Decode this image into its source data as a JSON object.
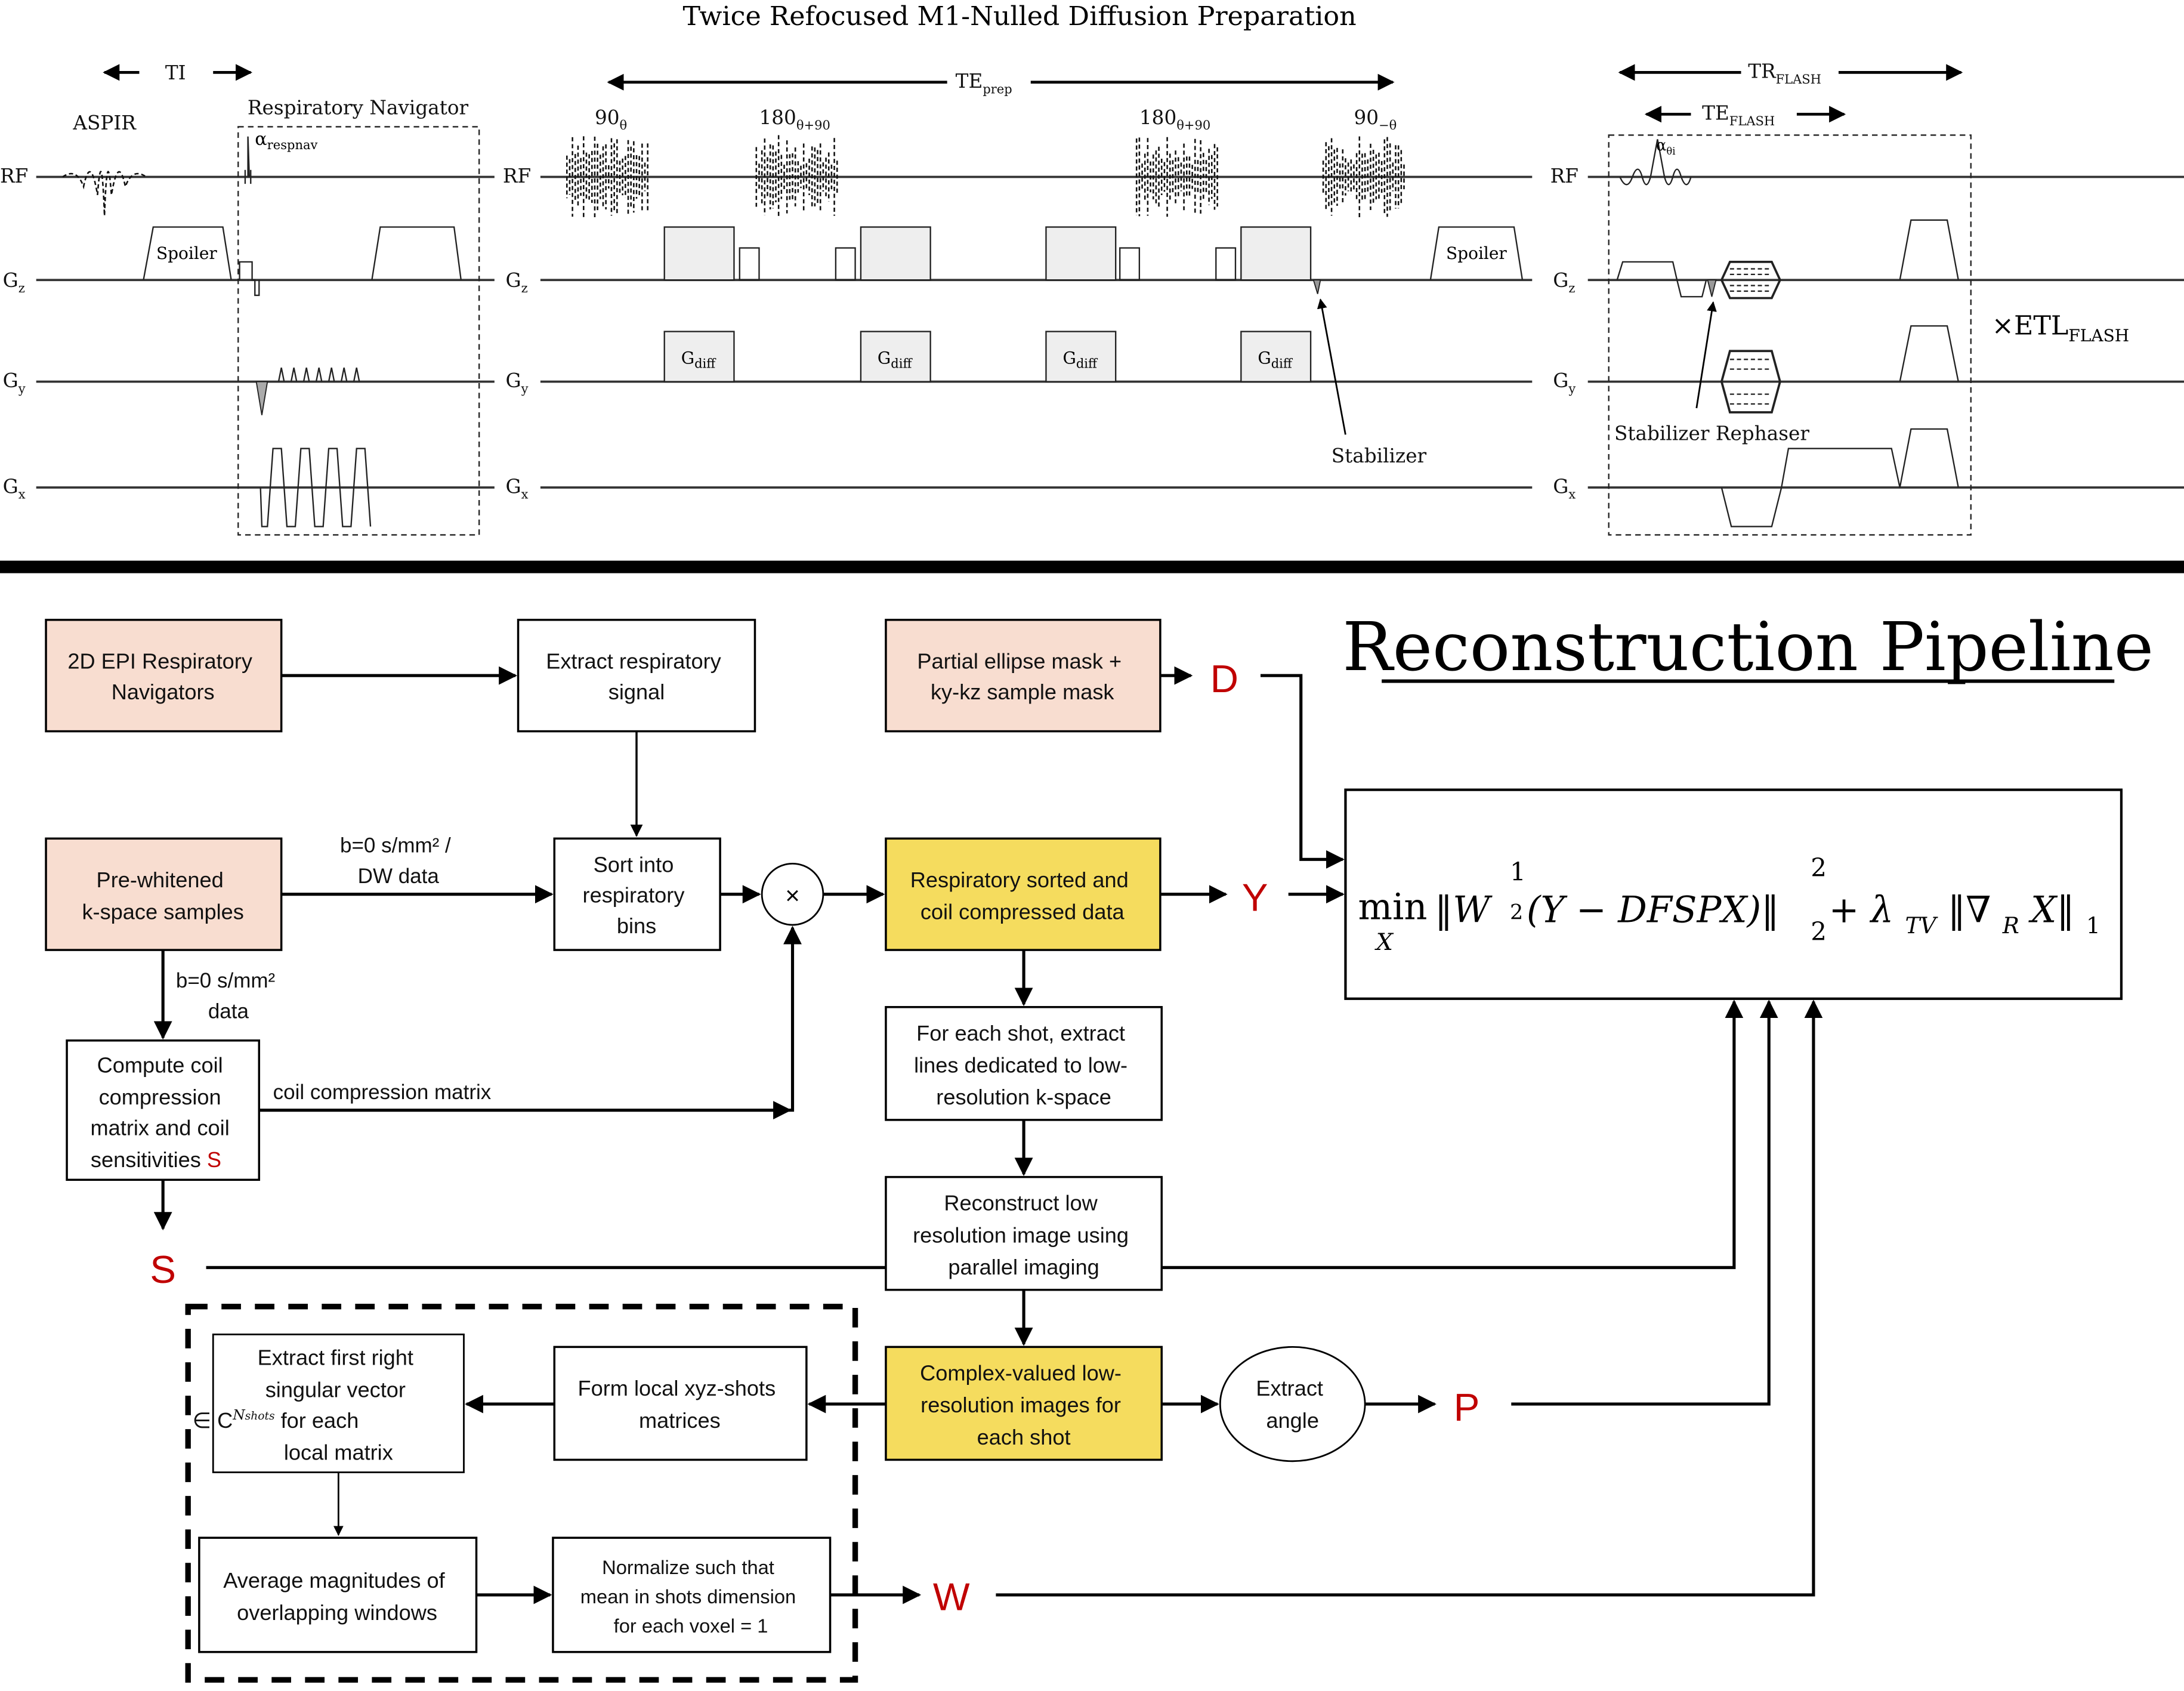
{
  "sequence": {
    "title": "Twice Refocused M1-Nulled Diffusion Preparation",
    "axes": [
      "RF",
      "G",
      "G",
      "G"
    ],
    "axis_subs": [
      "",
      "z",
      "y",
      "x"
    ],
    "ti_label": "TI",
    "aspir_label": "ASPIR",
    "respnav_label": "Respiratory Navigator",
    "respnav_alpha": "α",
    "respnav_alpha_sub": "respnav",
    "spoiler_label": "Spoiler",
    "te_prep": "TE",
    "te_prep_sub": "prep",
    "pulses": [
      {
        "main": "90",
        "sub": "θ"
      },
      {
        "main": "180",
        "sub": "θ+90"
      },
      {
        "main": "180",
        "sub": "θ+90"
      },
      {
        "main": "90",
        "sub": "−θ"
      }
    ],
    "gdiff": "G",
    "gdiff_sub": "diff",
    "stabilizer_label": "Stabilizer",
    "tr_flash": "TR",
    "tr_flash_sub": "FLASH",
    "te_flash": "TE",
    "te_flash_sub": "FLASH",
    "flash_alpha": "α",
    "flash_alpha_sub": "θi",
    "stab_rephaser_label": "Stabilizer Rephaser",
    "etl": "×ETL",
    "etl_sub": "FLASH"
  },
  "pipeline": {
    "title": "Reconstruction Pipeline",
    "boxes": {
      "epi_nav": [
        "2D EPI Respiratory",
        "Navigators"
      ],
      "extract_resp": [
        "Extract respiratory",
        "signal"
      ],
      "mask": [
        "Partial ellipse mask +",
        "ky-kz sample mask"
      ],
      "prewhitened": [
        "Pre-whitened",
        "k-space samples"
      ],
      "sort_bins": [
        "Sort into",
        "respiratory",
        "bins"
      ],
      "resp_sorted": [
        "Respiratory sorted and",
        "coil compressed data"
      ],
      "coil_comp": [
        "Compute coil",
        "compression",
        "matrix and coil",
        "sensitivities "
      ],
      "coil_comp_s": "S",
      "extract_lines": [
        "For each shot, extract",
        "lines dedicated to low-",
        "resolution k-space"
      ],
      "recon_low": [
        "Reconstruct low",
        "resolution image using",
        "parallel imaging"
      ],
      "complex_low": [
        "Complex-valued low-",
        "resolution images for",
        "each shot"
      ],
      "extract_angle": [
        "Extract",
        "angle"
      ],
      "form_local": [
        "Form local xyz-shots",
        "matrices"
      ],
      "extract_svd": [
        "Extract first right",
        "singular vector",
        "∈ C",
        " for each",
        "local matrix"
      ],
      "extract_svd_sup": "N",
      "extract_svd_supsub": "shots",
      "average_mag": [
        "Average magnitudes of",
        "overlapping windows"
      ],
      "normalize": [
        "Normalize such that",
        "mean in shots dimension",
        "for each voxel = 1"
      ]
    },
    "edge_labels": {
      "dw_data": [
        "b=0 s/mm² /",
        "DW data"
      ],
      "b0_data": [
        "b=0 s/mm²",
        "data"
      ],
      "coil_matrix": "coil compression matrix"
    },
    "multiply_symbol": "×",
    "variables": {
      "D": "D",
      "Y": "Y",
      "S": "S",
      "P": "P",
      "W": "W"
    },
    "formula": {
      "min": "min",
      "min_sub": "X",
      "body": "‖W",
      "exp_num": "1",
      "exp_den": "2",
      "paren": "(Y − DFSPX)‖",
      "sup2": "2",
      "sub2": "2",
      "plus": " + λ",
      "lam_sub": "TV",
      "tv": "‖∇",
      "tv_sub": "R",
      "tv_end": "X‖",
      "tv_norm": "1"
    },
    "colors": {
      "input_fill": "#F8DDD0",
      "highlight_fill": "#F5DC5E",
      "variable_red": "#C00000"
    }
  }
}
